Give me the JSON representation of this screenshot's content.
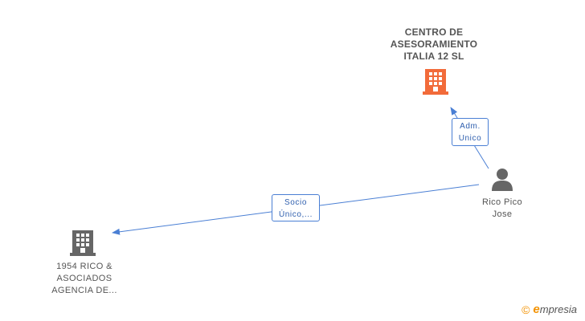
{
  "nodes": {
    "centro": {
      "name_lines": [
        "CENTRO DE",
        "ASESORAMIENTO",
        "ITALIA 12 SL"
      ],
      "icon": "building-icon",
      "color": "#f26b3a"
    },
    "rico_asociados": {
      "name_lines": [
        "1954 RICO &",
        "ASOCIADOS",
        "AGENCIA DE..."
      ],
      "icon": "building-icon",
      "color": "#666666"
    },
    "rico_pico": {
      "name_lines": [
        "Rico Pico",
        "Jose"
      ],
      "icon": "person-icon",
      "color": "#666666"
    }
  },
  "edges": {
    "adm_unico": {
      "lines": [
        "Adm.",
        "Unico"
      ]
    },
    "socio_unico": {
      "lines": [
        "Socio",
        "Único,..."
      ]
    }
  },
  "colors": {
    "edge": "#4a7fd4",
    "accent": "#f39200"
  },
  "footer": {
    "copyright": "©",
    "brand_first": "e",
    "brand_rest": "mpresia"
  }
}
